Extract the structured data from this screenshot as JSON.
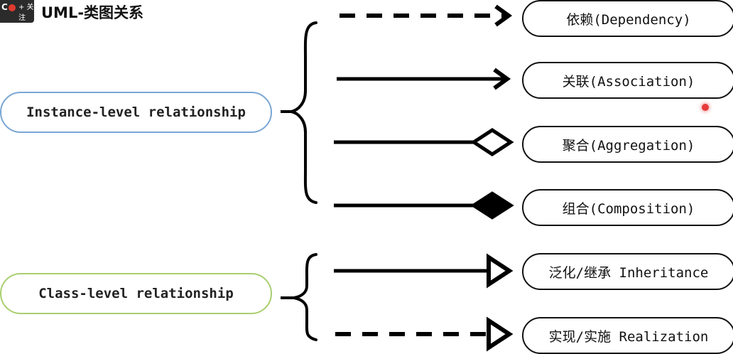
{
  "title": "UML-类图关系",
  "follow_badge": {
    "label": "+ 关注"
  },
  "groups": {
    "instance": "Instance-level relationship",
    "class": "Class-level relationship"
  },
  "relations": [
    {
      "label": "依赖(Dependency)",
      "line": "dashed",
      "head": "open-arrow"
    },
    {
      "label": "关联(Association)",
      "line": "solid",
      "head": "open-arrow"
    },
    {
      "label": "聚合(Aggregation)",
      "line": "solid",
      "head": "hollow-diamond"
    },
    {
      "label": "组合(Composition)",
      "line": "solid",
      "head": "filled-diamond"
    },
    {
      "label": "泛化/继承 Inheritance",
      "line": "solid",
      "head": "hollow-triangle"
    },
    {
      "label": "实现/实施 Realization",
      "line": "dashed",
      "head": "hollow-triangle"
    }
  ],
  "colors": {
    "instance_border": "#7aa6d4",
    "class_border": "#a9cf6f",
    "stroke": "#111111",
    "cursor_dot": "#e63b3b"
  }
}
